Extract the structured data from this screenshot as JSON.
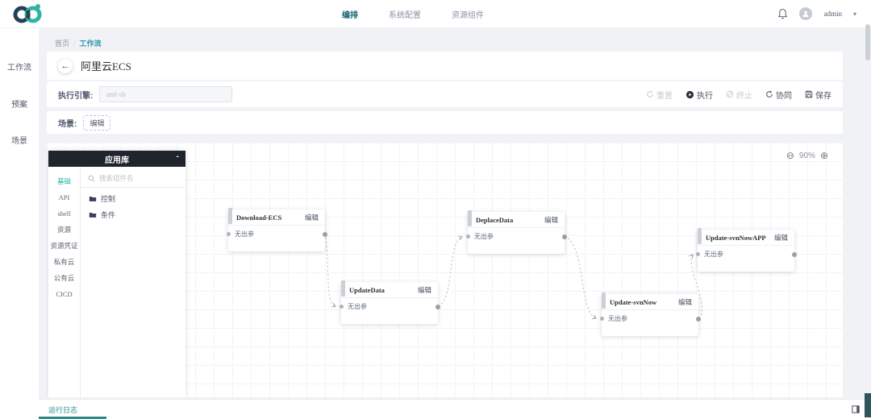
{
  "navbar": {
    "menu": [
      {
        "label": "编排"
      },
      {
        "label": "系统配置"
      },
      {
        "label": "资源组件"
      }
    ],
    "username": "admin",
    "caret": "▾"
  },
  "sidebar": {
    "items": [
      {
        "label": "工作流"
      },
      {
        "label": "预案"
      },
      {
        "label": "场景"
      }
    ]
  },
  "breadcrumb": {
    "home": "首页",
    "sep": "/",
    "current": "工作流"
  },
  "header": {
    "back_icon": "←",
    "title": "阿里云ECS"
  },
  "toolbar": {
    "engine_label": "执行引擎:",
    "engine_value": "aml-sh",
    "reset": "重置",
    "execute": "执行",
    "terminate": "终止",
    "collaborate": "协同",
    "save": "保存"
  },
  "scene": {
    "label": "场景:",
    "edit_chip": "编辑"
  },
  "library": {
    "title": "应用库",
    "collapse_icon": "-",
    "tabs": [
      {
        "label": "基础"
      },
      {
        "label": "API"
      },
      {
        "label": "shell"
      },
      {
        "label": "资源"
      },
      {
        "label": "资源凭证"
      },
      {
        "label": "私有云"
      },
      {
        "label": "公有云"
      },
      {
        "label": "CICD"
      }
    ],
    "search_placeholder": "搜索组件名",
    "folders": [
      {
        "label": "控制"
      },
      {
        "label": "条件"
      }
    ]
  },
  "canvas": {
    "zoom_out_icon": "⊖",
    "zoom_level": "90%",
    "zoom_in_icon": "⊕",
    "nodes": [
      {
        "title": "Download-ECS",
        "edit": "编辑",
        "body": "无出参"
      },
      {
        "title": "UpdateData",
        "edit": "编辑",
        "body": "无出参"
      },
      {
        "title": "DeplaceData",
        "edit": "编辑",
        "body": "无出参"
      },
      {
        "title": "Update-svnNow",
        "edit": "编辑",
        "body": "无出参"
      },
      {
        "title": "Update-svnNowAPP",
        "edit": "编辑",
        "body": "无出参"
      }
    ]
  },
  "footer": {
    "log_tab": "运行日志"
  },
  "colors": {
    "brand_teal": "#2fb3a2",
    "brand_dark": "#24405a",
    "nav_active": "#1a6372",
    "breadcrumb_active": "#2e97a8",
    "tab_active": "#16b3a3",
    "log_teal": "#2b8a8a",
    "panel_header_bg": "#20242d"
  }
}
